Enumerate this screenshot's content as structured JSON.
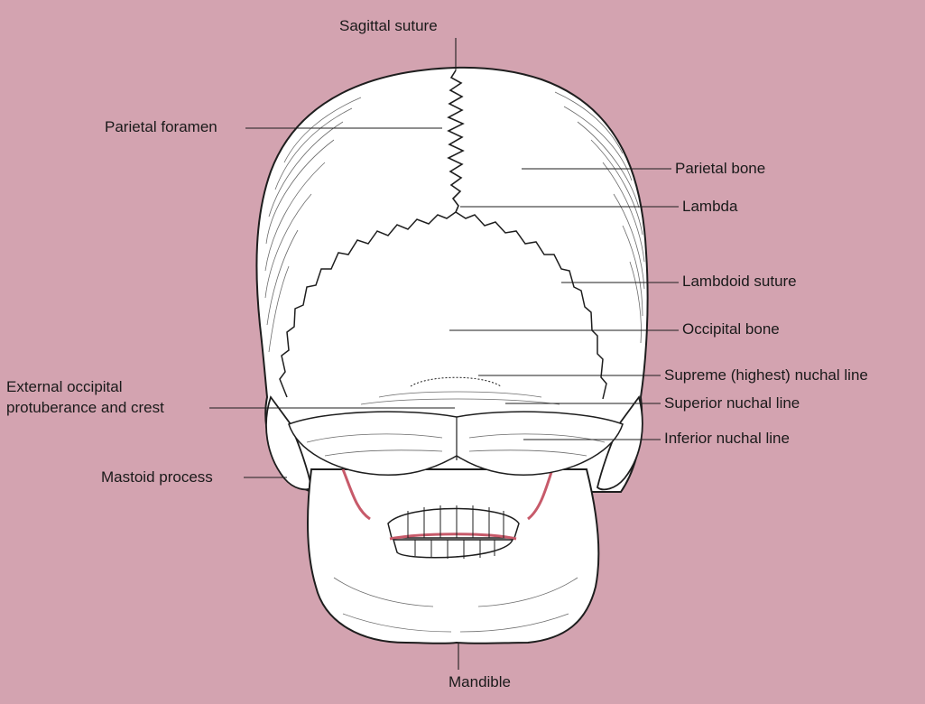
{
  "colors": {
    "background": "#d3a3b0",
    "bone": "#ffffff",
    "ink": "#1e1e1e",
    "gum": "#c75a6a"
  },
  "labels": {
    "sagittal_suture": "Sagittal suture",
    "parietal_foramen": "Parietal foramen",
    "parietal_bone": "Parietal bone",
    "lambda": "Lambda",
    "lambdoid_suture": "Lambdoid suture",
    "occipital_bone": "Occipital bone",
    "supreme_nuchal_line": "Supreme (highest) nuchal line",
    "external_occipital_line1": "External occipital",
    "external_occipital_line2": "protuberance and crest",
    "superior_nuchal_line": "Superior nuchal line",
    "inferior_nuchal_line": "Inferior nuchal line",
    "mastoid_process": "Mastoid process",
    "mandible": "Mandible"
  }
}
